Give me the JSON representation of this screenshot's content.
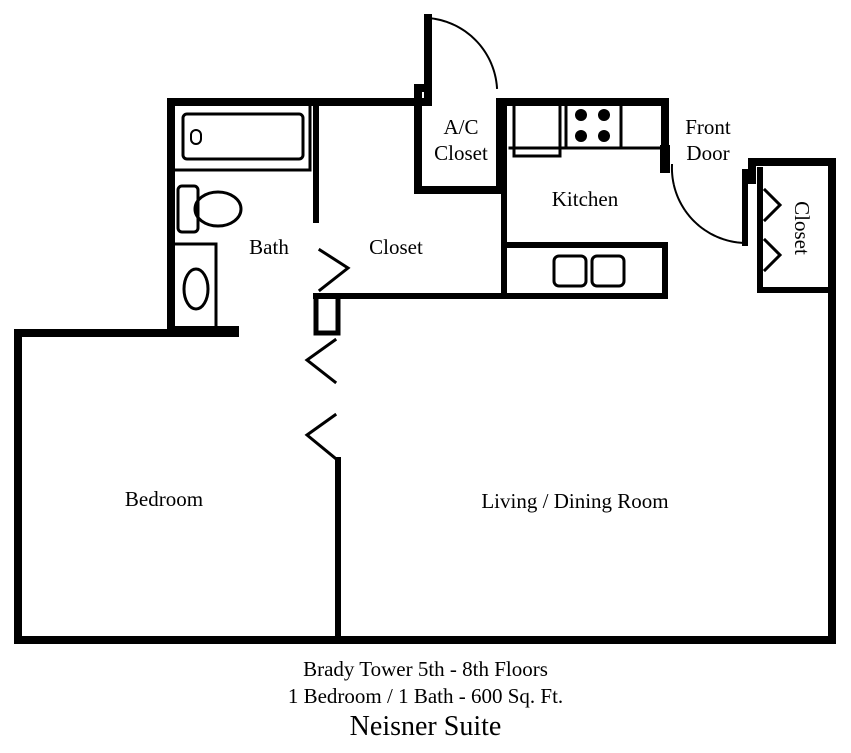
{
  "rooms": {
    "ac_closet_line1": "A/C",
    "ac_closet_line2": "Closet",
    "front_door_line1": "Front",
    "front_door_line2": "Door",
    "kitchen": "Kitchen",
    "closet_right": "Closet",
    "bath": "Bath",
    "closet_center": "Closet",
    "bedroom": "Bedroom",
    "living_dining": "Living / Dining Room"
  },
  "caption": {
    "line1": "Brady Tower 5th - 8th Floors",
    "line2": "1 Bedroom / 1 Bath - 600 Sq. Ft.",
    "title": "Neisner Suite"
  },
  "colors": {
    "wall": "#000000",
    "background": "#ffffff"
  }
}
